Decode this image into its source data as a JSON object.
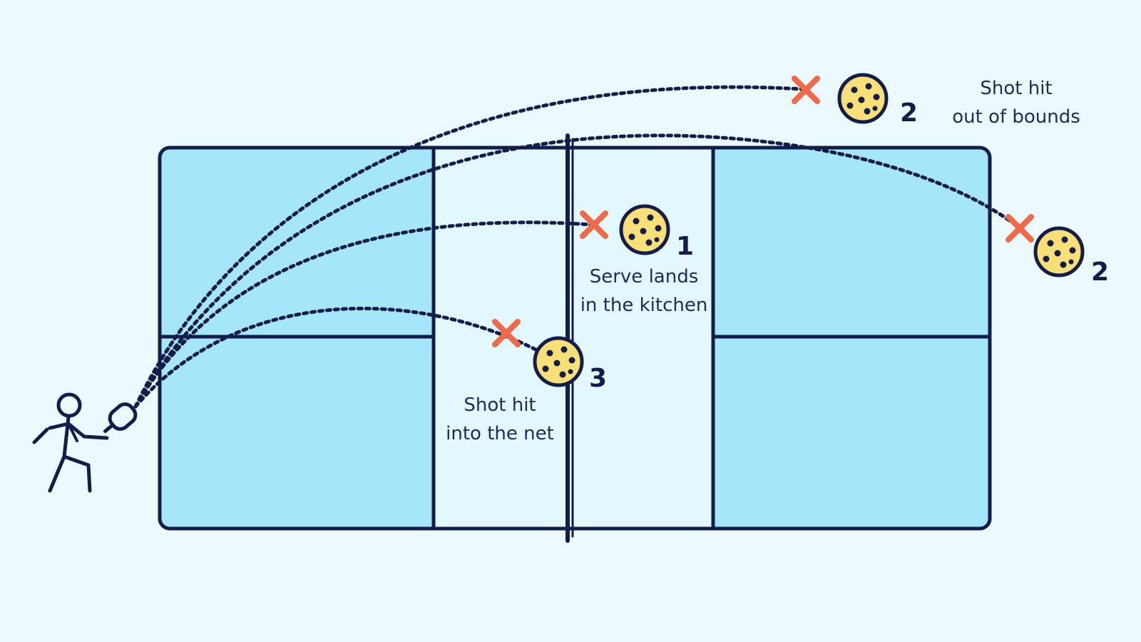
{
  "diagram": {
    "colors": {
      "background": "#ecfaff",
      "court_fill": "#a6e6fb",
      "kitchen_fill": "#e3f7fe",
      "outline": "#141c4a",
      "miss_mark": "#f06a4a",
      "ball_fill": "#f8df78"
    },
    "faults": [
      {
        "number": "1",
        "label_lines": [
          "Serve lands",
          "in the kitchen"
        ]
      },
      {
        "number": "2",
        "label_lines": [
          "Shot hit",
          "out of bounds"
        ]
      },
      {
        "number": "2",
        "label_lines": []
      },
      {
        "number": "3",
        "label_lines": [
          "Shot hit",
          "into the net"
        ]
      }
    ],
    "icons": [
      "player-icon",
      "paddle-icon",
      "pickleball-icon",
      "x-mark-icon"
    ]
  }
}
